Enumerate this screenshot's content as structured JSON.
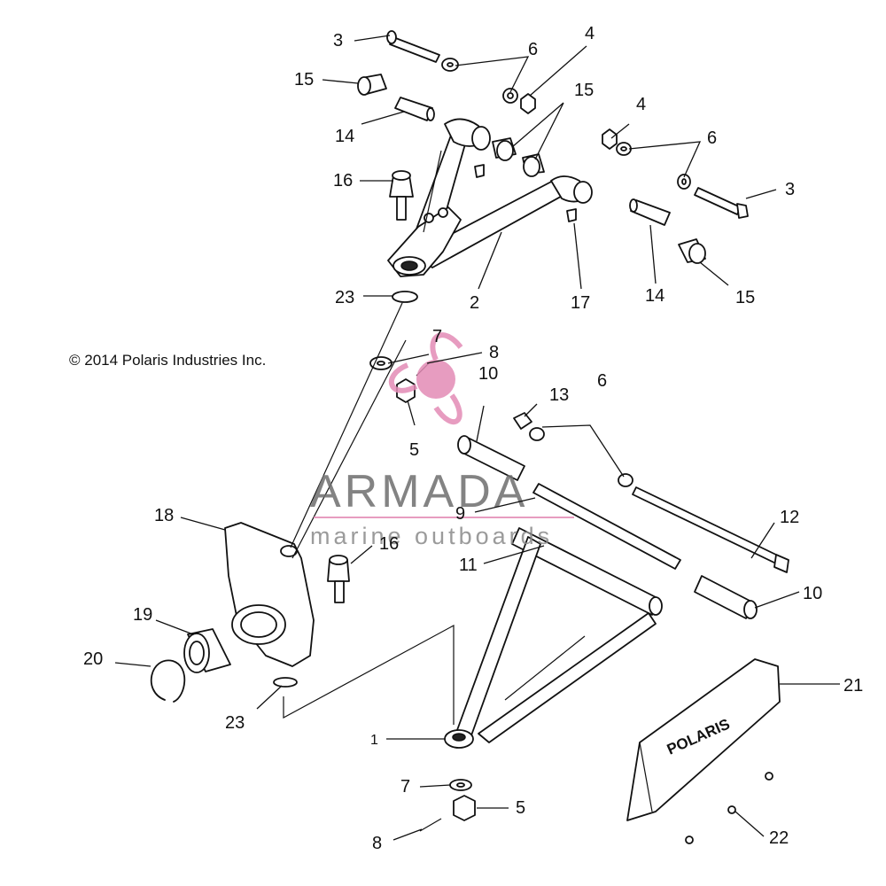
{
  "copyright": "© 2014 Polaris Industries Inc.",
  "watermark": {
    "brand": "ARMADA",
    "tagline": "marine outboards",
    "color": "#e38bb6"
  },
  "guard_logo": "POLARIS",
  "callouts": {
    "c3a": "3",
    "c6a": "6",
    "c4a": "4",
    "c15a": "15",
    "c15b": "15",
    "c14a": "14",
    "c4b": "4",
    "c6b": "6",
    "c3b": "3",
    "c16a": "16",
    "c17": "17",
    "c14b": "14",
    "c15c": "15",
    "c23a": "23",
    "c2": "2",
    "c7a": "7",
    "c8a": "8",
    "c10a": "10",
    "c13": "13",
    "c6c": "6",
    "c5a": "5",
    "c9": "9",
    "c12": "12",
    "c18": "18",
    "c16b": "16",
    "c11": "11",
    "c10b": "10",
    "c19": "19",
    "c20": "20",
    "c21": "21",
    "c23b": "23",
    "c1": "1",
    "c7b": "7",
    "c5b": "5",
    "c8b": "8",
    "c22": "22"
  }
}
